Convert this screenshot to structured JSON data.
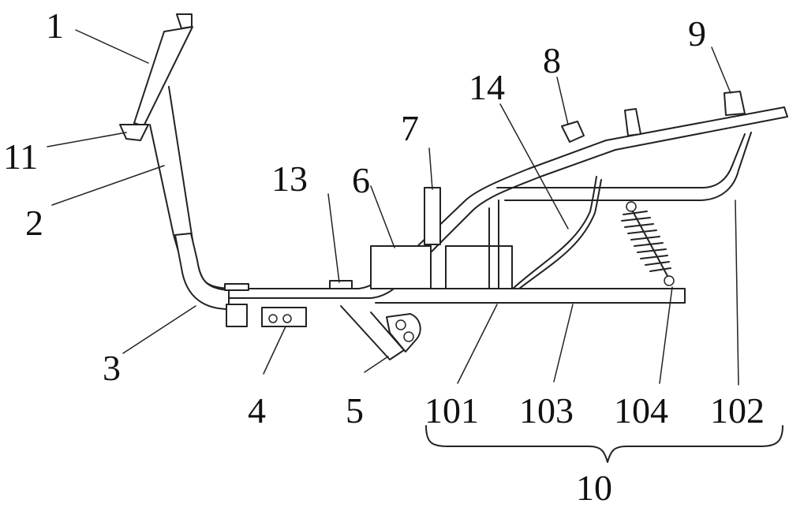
{
  "labels": {
    "l1": "1",
    "l2": "2",
    "l3": "3",
    "l4": "4",
    "l5": "5",
    "l6": "6",
    "l7": "7",
    "l8": "8",
    "l9": "9",
    "l11": "11",
    "l13": "13",
    "l14": "14",
    "l101": "101",
    "l103": "103",
    "l104": "104",
    "l102": "102",
    "l10": "10"
  }
}
